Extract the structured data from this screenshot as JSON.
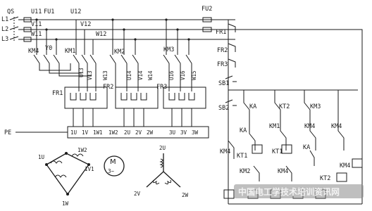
{
  "title": "",
  "colors": {
    "line": "#1a1a1a",
    "background": "#ffffff",
    "watermark": "#8a8a8a"
  },
  "supply": {
    "switch": "QS",
    "lines": [
      "L1",
      "L2",
      "L3"
    ]
  },
  "fuses": {
    "main": "FU1",
    "control": "FU2"
  },
  "buses": {
    "u": "U11",
    "v": "V11",
    "w": "W11",
    "u12": "U12",
    "v12": "V12",
    "w12": "W12"
  },
  "contactors": {
    "km4": "KM4",
    "y0": "Y0",
    "km1": "KM1",
    "km2": "KM2",
    "km3": "KM3"
  },
  "mid_nodes": {
    "u13": "U13",
    "v13": "V13",
    "w13": "W13",
    "u14": "U14",
    "v14": "V14",
    "w14": "W14",
    "u16": "U16",
    "v16": "V16",
    "w15": "W15"
  },
  "relays": {
    "fr1": "FR1",
    "fr2": "FR2",
    "fr3": "FR3"
  },
  "terminals": {
    "pe": "PE",
    "row": [
      "1U",
      "1V",
      "1W1",
      "1W2",
      "2U",
      "2V",
      "2W",
      "3U",
      "3V",
      "3W"
    ]
  },
  "control": {
    "fr1": "FR1",
    "fr2": "FR2",
    "fr3": "FR3",
    "sb1": "SB1",
    "sb2": "SB2",
    "ka": "KA",
    "kt2": "KT2",
    "km3": "KM3",
    "km1": "KM1",
    "kt1": "KT1",
    "km2": "KM2",
    "km4": "KM4",
    "kt2b": "KT2",
    "km4b": "KM4",
    "ka2": "KA",
    "km4c": "KM4",
    "ka3": "KA",
    "km4d": "KM4",
    "kt1b": "KT1"
  },
  "motor": {
    "label": "M",
    "phases": "3~",
    "t1u": "1U",
    "t1w2": "1W2",
    "t1v": "1V1",
    "t1w": "1W",
    "t2u": "2U",
    "t2v": "2V",
    "t2w": "2W"
  },
  "watermark": "中国电工学技术培训资讯网"
}
